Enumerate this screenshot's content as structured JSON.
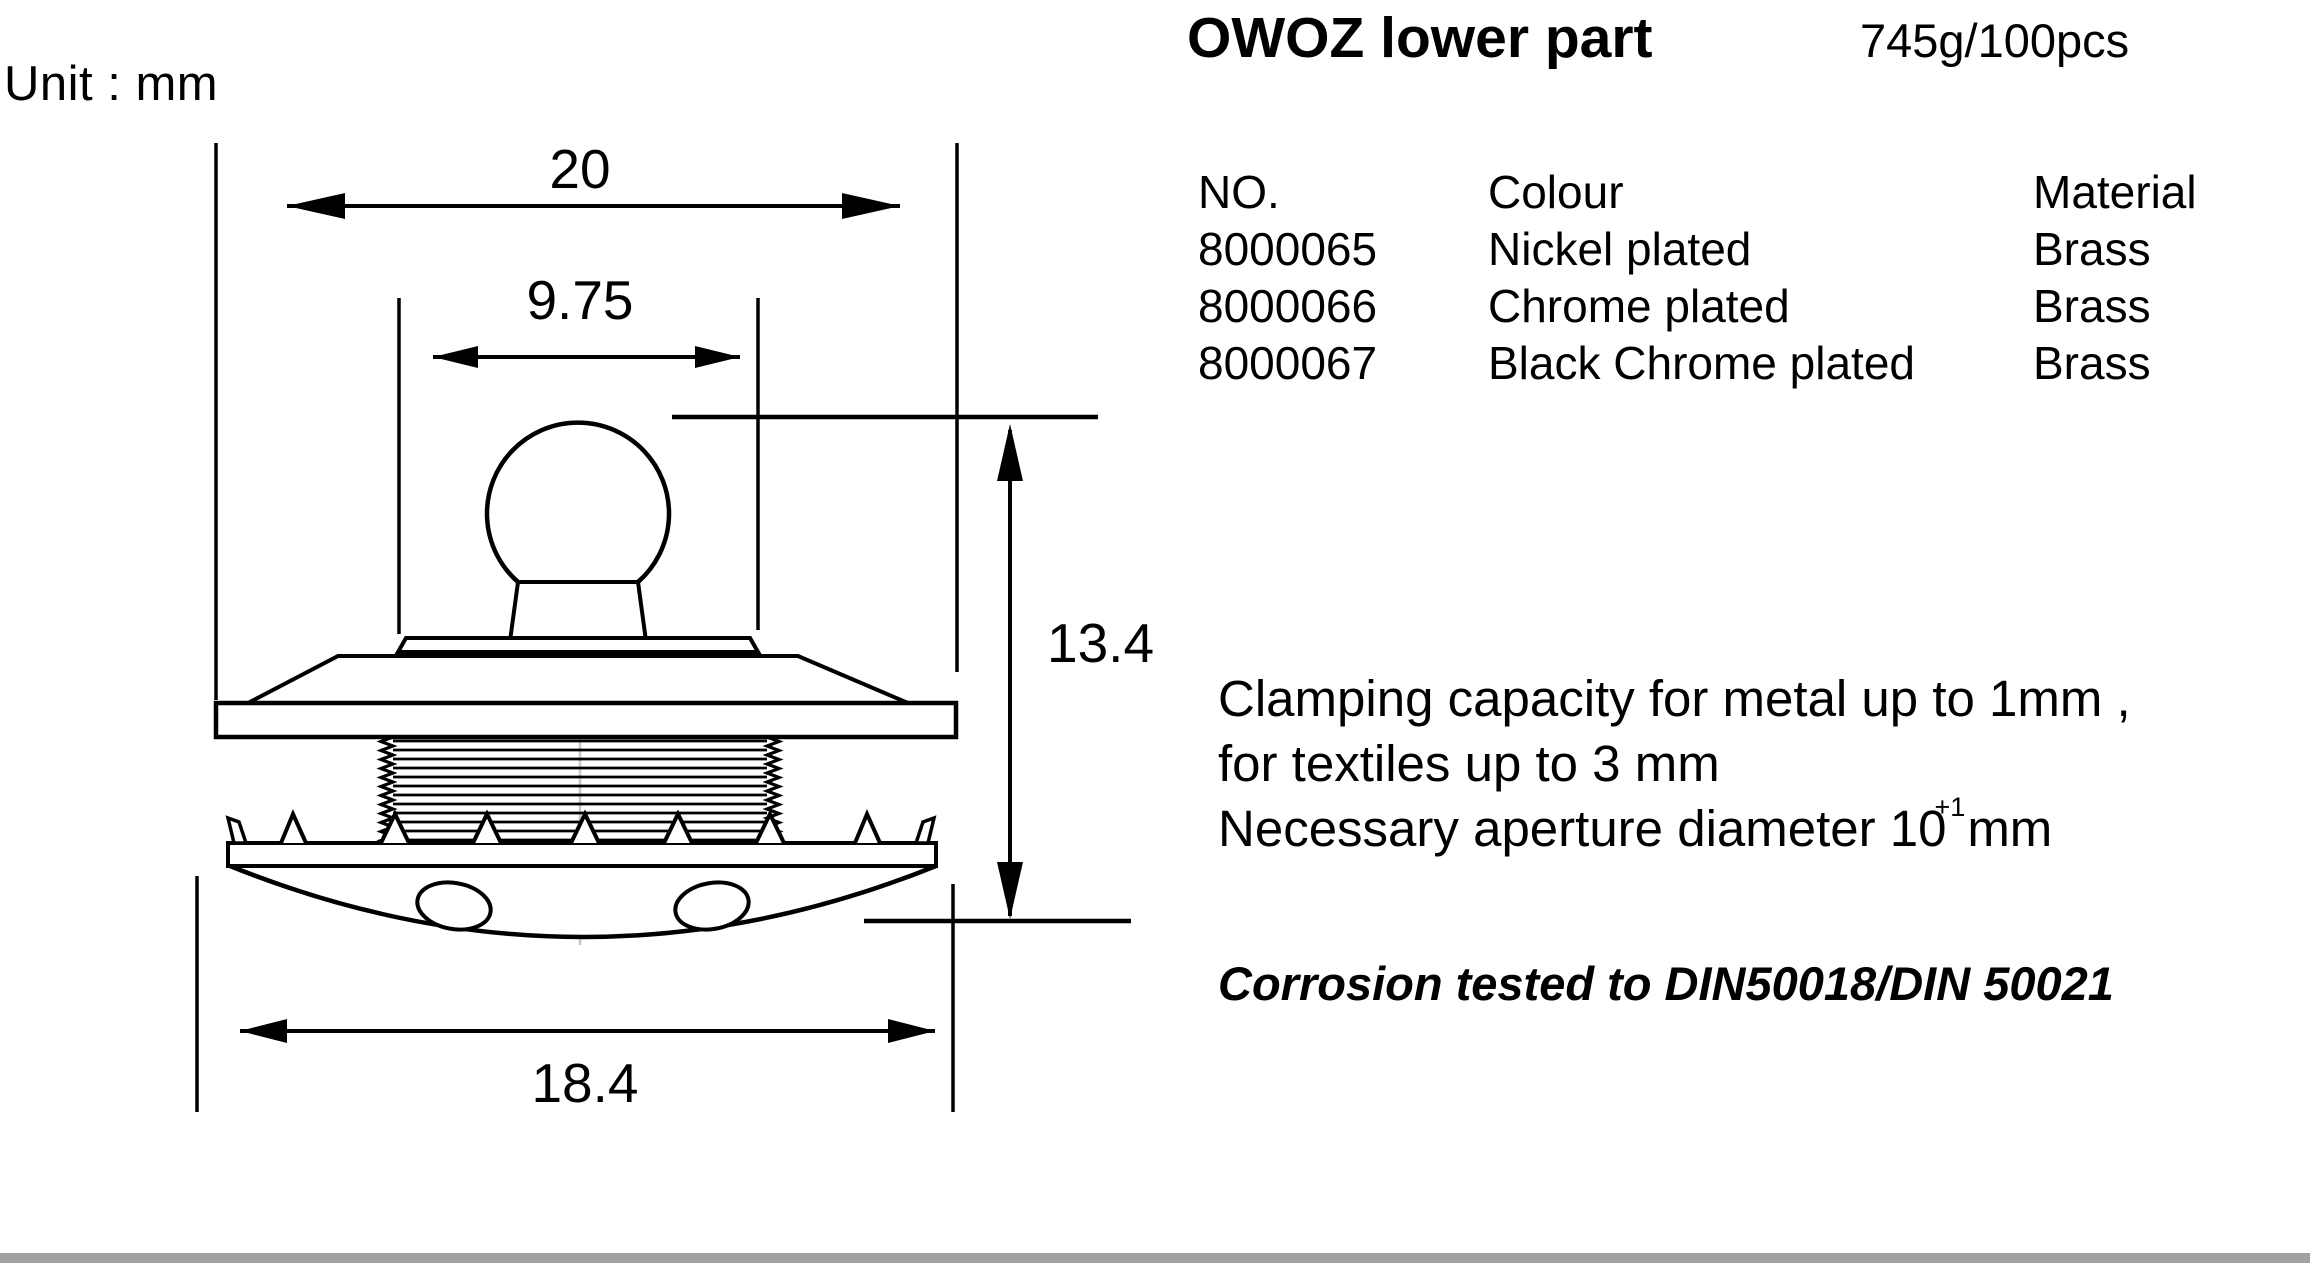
{
  "unit_label": "Unit : mm",
  "header": {
    "title": "OWOZ lower part",
    "weight": "745g/100pcs"
  },
  "table": {
    "headers": {
      "no": "NO.",
      "colour": "Colour",
      "material": "Material"
    },
    "rows": [
      {
        "no": "8000065",
        "colour": "Nickel plated",
        "material": "Brass"
      },
      {
        "no": "8000066",
        "colour": "Chrome plated",
        "material": "Brass"
      },
      {
        "no": "8000067",
        "colour": "Black Chrome plated",
        "material": "Brass"
      }
    ]
  },
  "dimensions": {
    "flange_width": "20",
    "collar_width": "9.75",
    "total_height": "13.4",
    "base_width": "18.4"
  },
  "notes": {
    "clamping_line1": "Clamping capacity for metal up to 1mm ,",
    "clamping_line2": "for textiles up to 3 mm",
    "aperture_prefix": "Necessary aperture diameter 10",
    "aperture_tolerance": "+1",
    "aperture_suffix": "mm"
  },
  "corrosion_note": "Corrosion tested to DIN50018/DIN 50021",
  "colors": {
    "line": "#000000",
    "background": "#ffffff",
    "footer_bar": "#a2a2a2"
  }
}
